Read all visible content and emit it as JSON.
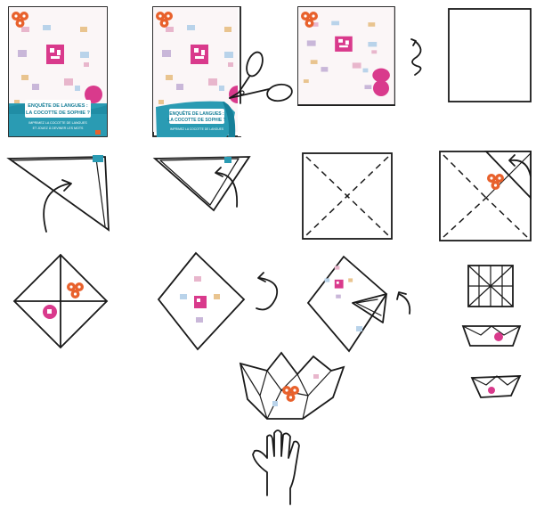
{
  "diagram": {
    "colors": {
      "ink": "#1a1a1a",
      "banner": "#2a9bb3",
      "logo": "#e8612c",
      "seal": "#d93a8c"
    },
    "poster": {
      "banner_line1": "ENQUÊTE DE LANGUES :",
      "banner_line2": "LA COCOTTE DE SOPHIE ?",
      "banner_small1": "IMPRIMEZ LA COCOTTE DE LANGUES",
      "banner_small2": "ET JOUEZ À DEVINER LES MOTS"
    },
    "icons": [
      "scissors-icon",
      "rotate-arrow-icon",
      "hand-icon"
    ],
    "steps": [
      {
        "id": 1,
        "action": "print-poster"
      },
      {
        "id": 2,
        "action": "cut-banner"
      },
      {
        "id": 3,
        "action": "turn-over"
      },
      {
        "id": 4,
        "action": "blank-square"
      },
      {
        "id": 5,
        "action": "fold-diagonal"
      },
      {
        "id": 6,
        "action": "fold-diagonal-again"
      },
      {
        "id": 7,
        "action": "crease-x"
      },
      {
        "id": 8,
        "action": "fold-corners-in"
      },
      {
        "id": 9,
        "action": "diamond-front"
      },
      {
        "id": 10,
        "action": "diamond-flip"
      },
      {
        "id": 11,
        "action": "fold-again"
      },
      {
        "id": 12,
        "action": "shape-cocotte"
      },
      {
        "id": 13,
        "action": "finished-cocotte"
      }
    ]
  }
}
